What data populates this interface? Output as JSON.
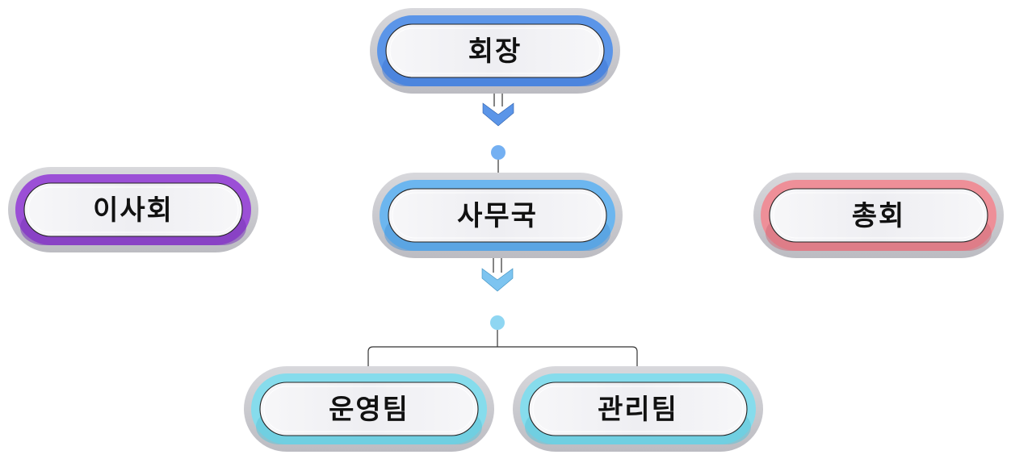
{
  "nodes": {
    "chairman": {
      "label": "회장",
      "color": "#5b95e8",
      "color_dark": "#3f79d6"
    },
    "secretariat": {
      "label": "사무국",
      "color": "#6cb6ef",
      "color_dark": "#4f98d9"
    },
    "board": {
      "label": "이사회",
      "color": "#9b4fd6",
      "color_dark": "#7a38b8"
    },
    "assembly": {
      "label": "총회",
      "color": "#ee8f98",
      "color_dark": "#d2707b"
    },
    "operations_team": {
      "label": "운영팀",
      "color": "#86dcec",
      "color_dark": "#5ec4d9"
    },
    "management_team": {
      "label": "관리팀",
      "color": "#86dcec",
      "color_dark": "#5ec4d9"
    }
  },
  "connectors": {
    "dot_upper": "#74b0f2",
    "dot_lower": "#8fd6f2",
    "line": "#333333",
    "arrow_upper": "#5b95e8",
    "arrow_lower": "#7dc4f0"
  },
  "pill_shadow": "#c9c9cf",
  "pill_face": "#f3f3f6"
}
